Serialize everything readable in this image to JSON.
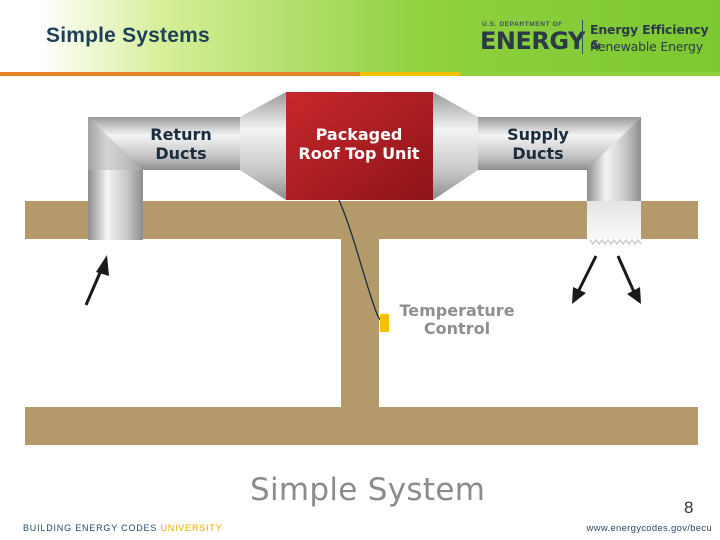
{
  "header": {
    "title": "Simple Systems",
    "doe_small": "U.S. DEPARTMENT OF",
    "doe_big": "ENERGY",
    "eere_line1": "Energy Efficiency &",
    "eere_line2": "Renewable Energy"
  },
  "diagram": {
    "return_label_1": "Return",
    "return_label_2": "Ducts",
    "unit_label_1": "Packaged",
    "unit_label_2": "Roof Top Unit",
    "supply_label_1": "Supply",
    "supply_label_2": "Ducts",
    "temp_label_1": "Temperature",
    "temp_label_2": "Control",
    "colors": {
      "unit": "#b41f24",
      "wood": "#b49a6a",
      "duct": "#c8c8c8",
      "thermostat": "#f2c200"
    }
  },
  "caption": "Simple System",
  "page_number": "8",
  "footer": {
    "left_main": "BUILDING ENERGY CODES",
    "left_accent": "UNIVERSITY",
    "right": "www.energycodes.gov/becu"
  }
}
